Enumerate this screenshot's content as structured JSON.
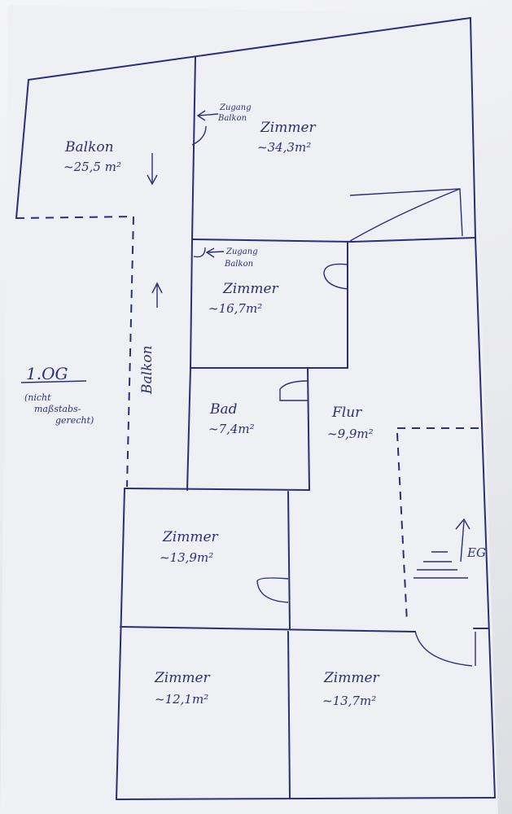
{
  "plan": {
    "floor_label": "1.OG",
    "note_lines": [
      "(nicht",
      "maßstabs-",
      "gerecht)"
    ],
    "stairs_label": "EG",
    "rooms": [
      {
        "name": "Balkon",
        "area": "~25,5 m²"
      },
      {
        "name": "Zimmer",
        "area": "~34,3m²"
      },
      {
        "name": "Zimmer",
        "area": "~16,7m²"
      },
      {
        "name": "Bad",
        "area": "~7,4m²"
      },
      {
        "name": "Flur",
        "area": "~9,9m²"
      },
      {
        "name": "Zimmer",
        "area": "~13,9m²"
      },
      {
        "name": "Zimmer",
        "area": "~12,1m²"
      },
      {
        "name": "Zimmer",
        "area": "~13,7m²"
      }
    ],
    "side_balcony_label": "Balkon",
    "access_notes": [
      {
        "line1": "Zugang",
        "line2": "Balkon"
      },
      {
        "line1": "Zugang",
        "line2": "Balkon"
      }
    ],
    "ink_color": "#2b2f7a",
    "paper_color": "#eef0f3"
  }
}
